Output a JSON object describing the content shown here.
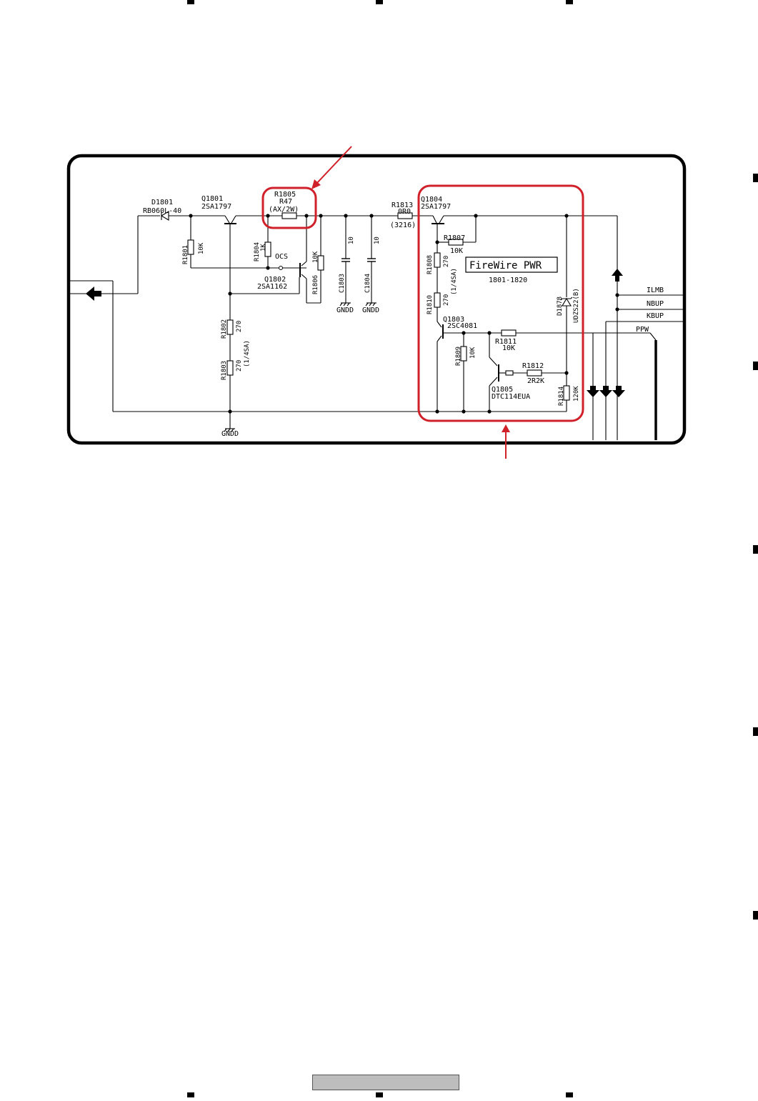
{
  "diagram": {
    "block_label": "FireWire PWR",
    "block_range": "1801-1820",
    "signals": [
      "ILMB",
      "NBUP",
      "KBUP",
      "PPW"
    ],
    "components": {
      "d1801": {
        "ref": "D1801",
        "part": "RB060L-40"
      },
      "q1801": {
        "ref": "Q1801",
        "part": "2SA1797"
      },
      "r1805": {
        "ref": "R1805",
        "value": "R47",
        "spec": "(AX/2W)"
      },
      "r1813": {
        "ref": "R1813",
        "value": "0R0",
        "spec": "(3216)"
      },
      "q1804": {
        "ref": "Q1804",
        "part": "2SA1797"
      },
      "r1801": {
        "ref": "R1801",
        "value": "10K"
      },
      "r1804": {
        "ref": "R1804",
        "value": "1K"
      },
      "ocs": "OCS",
      "q1802": {
        "ref": "Q1802",
        "part": "2SA1162"
      },
      "r1806": {
        "ref": "R1806",
        "value": "10K"
      },
      "c1803": {
        "ref": "C1803",
        "value": "10"
      },
      "c1804": {
        "ref": "C1804",
        "value": "10"
      },
      "r1802": {
        "ref": "R1802",
        "value": "270"
      },
      "r1803": {
        "ref": "R1803",
        "value": "270"
      },
      "r1802_spec": "(1/4SA)",
      "r1807": {
        "ref": "R1807",
        "value": "10K"
      },
      "r1808": {
        "ref": "R1808",
        "value": "270"
      },
      "r1810": {
        "ref": "R1810",
        "value": "270"
      },
      "r1808_spec": "(1/4SA)",
      "d1878": {
        "ref": "D1878",
        "part": "UDZS22(B)"
      },
      "q1803": {
        "ref": "Q1803",
        "part": "2SC4081"
      },
      "r1811": {
        "ref": "R1811",
        "value": "10K"
      },
      "r1809": {
        "ref": "R1809",
        "value": "10K"
      },
      "r1812": {
        "ref": "R1812",
        "value": "2R2K"
      },
      "q1805": {
        "ref": "Q1805",
        "part": "DTC114EUA"
      },
      "r1814": {
        "ref": "R1814",
        "value": "120K"
      }
    },
    "ground_label": "GNDD"
  },
  "colors": {
    "highlight": "#d0202a",
    "footer": "#bdbdbd"
  }
}
